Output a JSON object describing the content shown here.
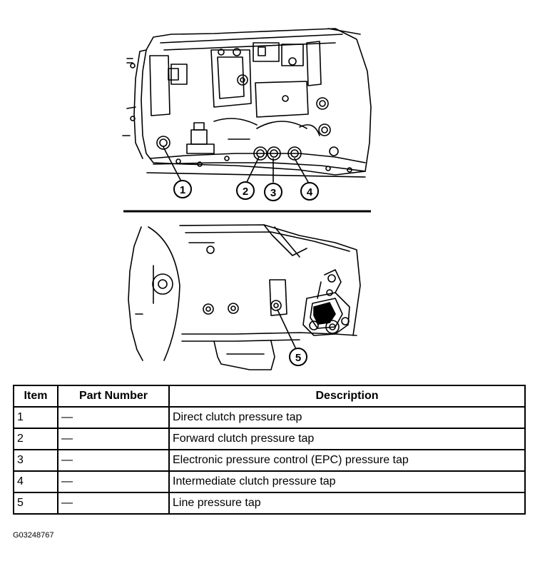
{
  "callouts": [
    "1",
    "2",
    "3",
    "4",
    "5"
  ],
  "table": {
    "headers": {
      "item": "Item",
      "part_number": "Part Number",
      "description": "Description"
    },
    "rows": [
      {
        "item": "1",
        "part_number": "—",
        "description": "Direct clutch pressure tap"
      },
      {
        "item": "2",
        "part_number": "—",
        "description": "Forward clutch pressure tap"
      },
      {
        "item": "3",
        "part_number": "—",
        "description": "Electronic pressure control (EPC) pressure tap"
      },
      {
        "item": "4",
        "part_number": "—",
        "description": "Intermediate clutch pressure tap"
      },
      {
        "item": "5",
        "part_number": "—",
        "description": "Line pressure tap"
      }
    ]
  },
  "figure_id": "G03248767"
}
